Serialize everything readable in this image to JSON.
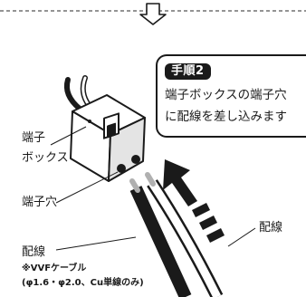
{
  "step": {
    "badge": "手順2",
    "line1": "端子ボックスの端子穴",
    "line2": "に配線を差し込みます"
  },
  "labels": {
    "terminal_line1": "端子",
    "terminal_line2": "ボックス",
    "terminal_hole": "端子穴",
    "wiring_right": "配線",
    "wiring_left": "配線"
  },
  "note": {
    "line1": "※VVFケーブル",
    "line2": "(φ1.6・φ2.0、Cu単線のみ)"
  },
  "colors": {
    "ink": "#1a1a1a",
    "box_fill": "#eeeeee",
    "wire_inner": "#b0b0b0"
  }
}
